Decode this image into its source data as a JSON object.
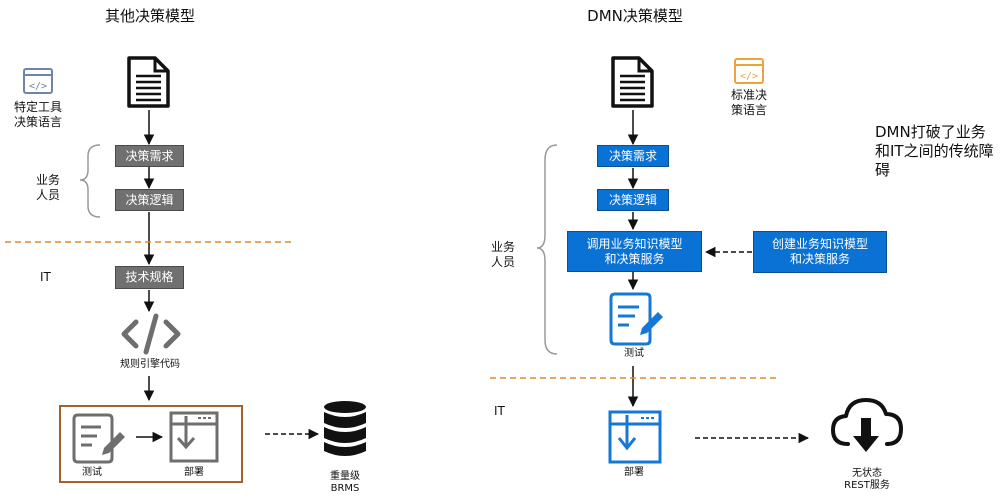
{
  "left": {
    "title": "其他决策模型",
    "tool_label": [
      "特定工具",
      "决策语言"
    ],
    "business_label": [
      "业务",
      "人员"
    ],
    "it_label": "IT",
    "steps": [
      "决策需求",
      "决策逻辑",
      "技术规格"
    ],
    "code_label": "规则引擎代码",
    "test_label": "测试",
    "deploy_label": "部署",
    "target_label": [
      "重量级",
      "BRMS"
    ]
  },
  "right": {
    "title": "DMN决策模型",
    "tool_label": [
      "标准决",
      "策语言"
    ],
    "business_label": [
      "业务",
      "人员"
    ],
    "it_label": "IT",
    "steps": [
      "决策需求",
      "决策逻辑"
    ],
    "invoke_box": [
      "调用业务知识模型",
      "和决策服务"
    ],
    "create_box": [
      "创建业务知识模型",
      "和决策服务"
    ],
    "test_label": "测试",
    "deploy_label": "部署",
    "target_label": [
      "无状态",
      "REST服务"
    ],
    "note": "DMN打破了业务和IT之间的传统障碍"
  },
  "colors": {
    "gray_box": "#707070",
    "blue_box": "#0a72d4",
    "divider": "#e08a2c",
    "frame": "#a0632a",
    "icon_blue": "#1478d4",
    "icon_gray": "#6e6e6e",
    "code_icon": "#f0a23a"
  },
  "icons": [
    "document-icon",
    "code-window-icon",
    "code-brackets-icon",
    "test-edit-icon",
    "deploy-download-icon",
    "database-icon",
    "cloud-download-icon"
  ]
}
